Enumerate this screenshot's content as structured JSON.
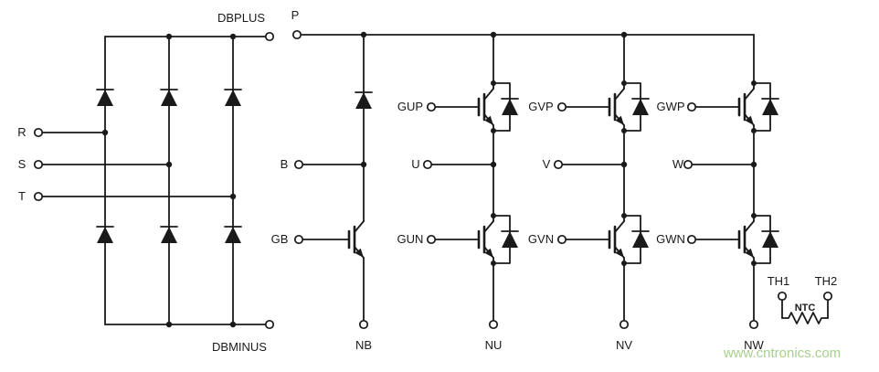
{
  "dc_bus": {
    "plus": "P"
  },
  "rectifier": {
    "inputs": [
      "R",
      "S",
      "T"
    ],
    "dc_plus": "DBPLUS",
    "dc_minus": "DBMINUS"
  },
  "brake": {
    "terminal": "B",
    "gate": "GB",
    "emitter": "NB"
  },
  "inverter": {
    "phases": [
      {
        "phase": "U",
        "gate_top": "GUP",
        "gate_bottom": "GUN",
        "emitter": "NU"
      },
      {
        "phase": "V",
        "gate_top": "GVP",
        "gate_bottom": "GVN",
        "emitter": "NV"
      },
      {
        "phase": "W",
        "gate_top": "GWP",
        "gate_bottom": "GWN",
        "emitter": "NW"
      }
    ]
  },
  "thermistor": {
    "terminal_1": "TH1",
    "terminal_2": "TH2",
    "label": "NTC"
  },
  "watermark": {
    "text": "www.cntronics.com",
    "color": "#a8d08d"
  },
  "colors": {
    "line": "#1a1a1a",
    "background": "#ffffff"
  }
}
